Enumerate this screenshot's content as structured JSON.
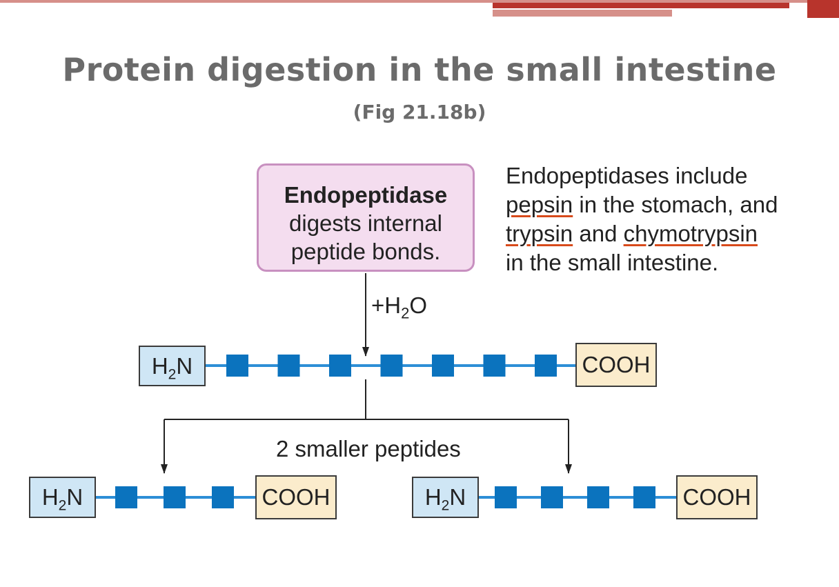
{
  "slide": {
    "title": "Protein digestion in the small intestine",
    "subtitle": "(Fig 21.18b)",
    "colors": {
      "top_bar": "#b8342c",
      "top_bar_light": "#d6908a",
      "title_text": "#6b6b6b"
    }
  },
  "enzyme_box": {
    "name": "Endopeptidase",
    "line2": "digests internal",
    "line3": "peptide bonds.",
    "colors": {
      "fill": "#f4ddef",
      "border": "#c890c0"
    }
  },
  "note": {
    "line1": "Endopeptidases include",
    "pepsin": "pepsin",
    "line2_rest": " in the stomach, and",
    "trypsin": "trypsin",
    "and_word": " and ",
    "chymotrypsin": "chymotrypsin",
    "line4": "in the small intestine.",
    "underline_color": "#d84a1b"
  },
  "water": {
    "prefix": "+H",
    "sub": "2",
    "suffix": "O"
  },
  "terminals": {
    "n_main": "H",
    "n_sub": "2",
    "n_suffix": "N",
    "c": "COOH"
  },
  "split_label": "2 smaller peptides",
  "peptides": {
    "original_residue_count": 7,
    "cleavage_after_residue": 3,
    "product_left_residue_count": 3,
    "product_right_residue_count": 4,
    "residue_color": "#0b73be",
    "bond_color": "#2d8ed6"
  }
}
